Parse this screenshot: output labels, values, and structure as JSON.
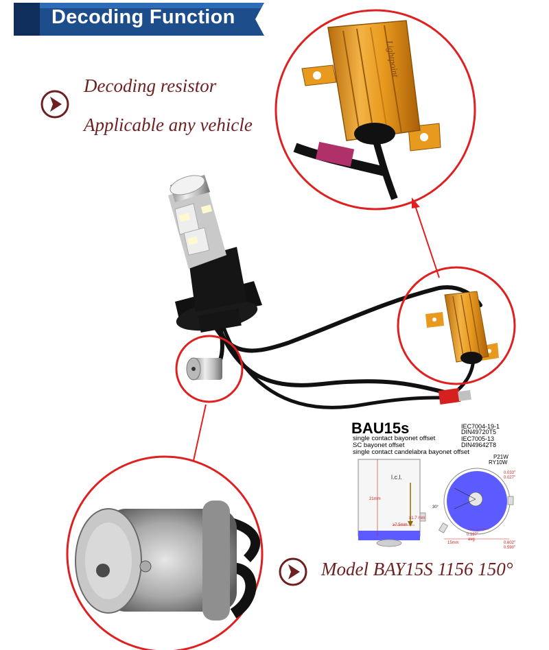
{
  "banner": {
    "title": "Decoding Function"
  },
  "features": [
    {
      "text": "Decoding resistor"
    },
    {
      "text": "Applicable any vehicle"
    }
  ],
  "model": {
    "text": "Model BAY15S 1156 150°"
  },
  "resistor_label": "Lightpoint",
  "spec_sheet": {
    "title": "BAU15s",
    "standards": [
      "IEC7004-19-1",
      "DIN49720T5",
      "IEC7005-13",
      "DIN49642T8"
    ],
    "descriptions": [
      "single contact bayonet offset",
      "SC bayonet offset",
      "single contact candelabra bayonet offset"
    ],
    "lamp_codes": [
      "P21W",
      "RY10W"
    ],
    "dimensions": {
      "length": "21mm",
      "lcl": "l.c.l.",
      "pin_offset": "≥1.7 mm",
      "min_depth": "≥7.5mm",
      "diameter": "15mm",
      "angle": "30°",
      "inch_a": "0.187\"",
      "inch_a_label": "avg",
      "inch_b": "0.602\"",
      "inch_c": "0.590\"",
      "inch_d": "0.033\"",
      "inch_e": "0.027\""
    }
  },
  "colors": {
    "banner": "#1e4d8c",
    "text": "#6e1f1f",
    "circle": "#e02020",
    "resistor": "#e89a1e",
    "spec_blue": "#5b5bff"
  }
}
